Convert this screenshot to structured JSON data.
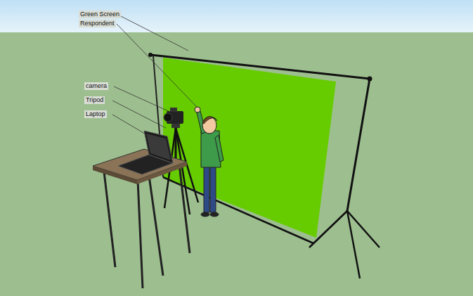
{
  "diagram": {
    "labels": [
      "Green Screen",
      "Respondent",
      "camera",
      "Tripod",
      "Laptop"
    ]
  }
}
